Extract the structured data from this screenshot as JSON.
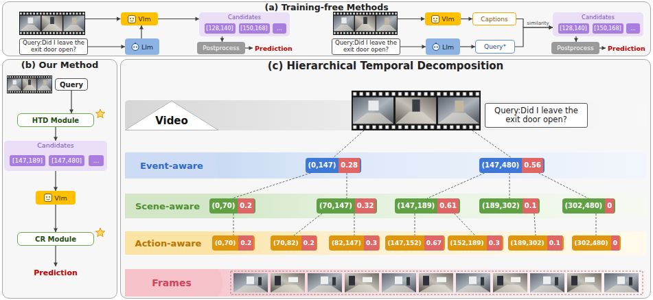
{
  "diagram": {
    "nodes": [
      {
        "text": [
          "(a) Training-free Methods"
        ]
      },
      {
        "text": [
          "Query:Did I leave the exit door open?"
        ],
        "in": 0
      },
      {
        "text": [
          "Vlm"
        ],
        "in": 0
      },
      {
        "text": [
          "Llm"
        ],
        "in": 0
      },
      {
        "text": [
          "Candidates"
        ],
        "in": 0
      },
      {
        "text": [
          "[128,140]"
        ],
        "in": 4
      },
      {
        "text": [
          "[150,168]"
        ],
        "in": 4
      },
      {
        "text": [
          "..."
        ],
        "in": 4
      },
      {
        "text": [
          "Postprocess"
        ],
        "in": 0
      },
      {
        "text": [
          "Prediction"
        ],
        "in": 0
      },
      {
        "text": [
          "Query:Did I leave the exit door open?"
        ],
        "in": 0
      },
      {
        "text": [
          "Vlm"
        ],
        "in": 0
      },
      {
        "text": [
          "Llm"
        ],
        "in": 0
      },
      {
        "text": [
          "Captions"
        ],
        "in": 0
      },
      {
        "text": [
          "Query*"
        ],
        "in": 0
      },
      {
        "text": [
          "Candidates"
        ],
        "in": 0
      },
      {
        "text": [
          "[128,140]"
        ],
        "in": 15
      },
      {
        "text": [
          "[150,168]"
        ],
        "in": 15
      },
      {
        "text": [
          "..."
        ],
        "in": 15
      },
      {
        "text": [
          "Postprocess"
        ],
        "in": 0
      },
      {
        "text": [
          "Prediction"
        ],
        "in": 0
      },
      {
        "text": [
          "(b) Our Method"
        ]
      },
      {
        "text": [
          "Query"
        ],
        "in": 21
      },
      {
        "text": [
          "HTD Module"
        ],
        "in": 21
      },
      {
        "text": [
          "Candidates"
        ],
        "in": 21
      },
      {
        "text": [
          "[147,189]"
        ],
        "in": 24
      },
      {
        "text": [
          "[147,480]"
        ],
        "in": 24
      },
      {
        "text": [
          "..."
        ],
        "in": 24
      },
      {
        "text": [
          "Vlm"
        ],
        "in": 21
      },
      {
        "text": [
          "CR Module"
        ],
        "in": 21
      },
      {
        "text": [
          "Prediction"
        ],
        "in": 21
      },
      {
        "text": [
          "(c) Hierarchical Temporal Decomposition"
        ]
      },
      {
        "text": [
          "Video"
        ],
        "in": 31
      },
      {
        "text": [
          "Query:Did I leave the exit door open?"
        ],
        "in": 32
      },
      {
        "text": [
          "Event-aware"
        ],
        "in": 31
      },
      {
        "text": [
          "(0,147)",
          "0.28"
        ],
        "in": 34
      },
      {
        "text": [
          "(147,480)",
          "0.56"
        ],
        "in": 34
      },
      {
        "text": [
          "Scene-aware"
        ],
        "in": 31
      },
      {
        "text": [
          "(0,70)",
          "0.2"
        ],
        "in": 37
      },
      {
        "text": [
          "(70,147)",
          "0.32"
        ],
        "in": 37
      },
      {
        "text": [
          "(147,189)",
          "0.61"
        ],
        "in": 37
      },
      {
        "text": [
          "(189,302)",
          "0.1"
        ],
        "in": 37
      },
      {
        "text": [
          "(302,480)",
          "0"
        ],
        "in": 37
      },
      {
        "text": [
          "Action-aware"
        ],
        "in": 31
      },
      {
        "text": [
          "(0,70)",
          "0.2"
        ],
        "in": 43
      },
      {
        "text": [
          "(70,82)",
          "0.2"
        ],
        "in": 43
      },
      {
        "text": [
          "(82,147)",
          "0.3"
        ],
        "in": 43
      },
      {
        "text": [
          "(147,152)",
          "0.67"
        ],
        "in": 43
      },
      {
        "text": [
          "(152,189)",
          "0.3"
        ],
        "in": 43
      },
      {
        "text": [
          "(189,302)",
          "0.1"
        ],
        "in": 43
      },
      {
        "text": [
          "(302,480)",
          "0"
        ],
        "in": 43
      },
      {
        "text": [
          "Frames"
        ],
        "in": 31
      }
    ],
    "edges": [
      {
        "from": 1,
        "to": 3,
        "arrow": "to"
      },
      {
        "from": 3,
        "to": 2,
        "arrow": "to"
      },
      {
        "from": 2,
        "to": 4,
        "arrow": "to"
      },
      {
        "from": 4,
        "to": 8,
        "arrow": "to"
      },
      {
        "from": 8,
        "to": 9,
        "arrow": "to"
      },
      {
        "from": 10,
        "to": 12,
        "arrow": "to"
      },
      {
        "from": 11,
        "to": 13,
        "arrow": "to"
      },
      {
        "from": 12,
        "to": 14,
        "arrow": "to"
      },
      {
        "from": 13,
        "to": 15,
        "label": "similarity",
        "arrow": "to"
      },
      {
        "from": 14,
        "to": 15,
        "arrow": "to"
      },
      {
        "from": 15,
        "to": 19,
        "arrow": "to"
      },
      {
        "from": 19,
        "to": 20,
        "arrow": "to"
      },
      {
        "from": 22,
        "to": 23,
        "arrow": "to"
      },
      {
        "from": 23,
        "to": 24,
        "arrow": "to"
      },
      {
        "from": 24,
        "to": 28,
        "arrow": "to"
      },
      {
        "from": 28,
        "to": 29,
        "arrow": "to"
      },
      {
        "from": 29,
        "to": 30,
        "arrow": "to"
      },
      {
        "from": 32,
        "to": 35,
        "arrow": "none"
      },
      {
        "from": 32,
        "to": 36,
        "arrow": "none"
      },
      {
        "from": 35,
        "to": 38,
        "arrow": "none"
      },
      {
        "from": 35,
        "to": 39,
        "arrow": "none"
      },
      {
        "from": 36,
        "to": 40,
        "arrow": "none"
      },
      {
        "from": 36,
        "to": 41,
        "arrow": "none"
      },
      {
        "from": 36,
        "to": 42,
        "arrow": "none"
      },
      {
        "from": 38,
        "to": 44,
        "arrow": "none"
      },
      {
        "from": 39,
        "to": 45,
        "arrow": "none"
      },
      {
        "from": 39,
        "to": 46,
        "arrow": "none"
      },
      {
        "from": 40,
        "to": 47,
        "arrow": "none"
      },
      {
        "from": 40,
        "to": 48,
        "arrow": "none"
      },
      {
        "from": 41,
        "to": 49,
        "arrow": "none"
      },
      {
        "from": 42,
        "to": 50,
        "arrow": "none"
      }
    ]
  }
}
